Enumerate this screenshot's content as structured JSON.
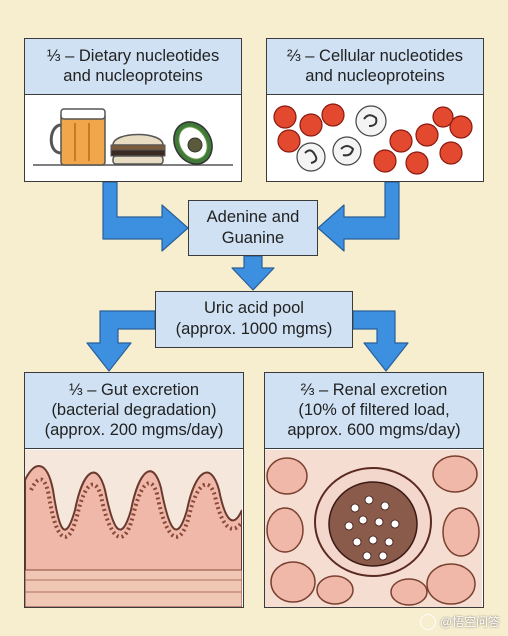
{
  "colors": {
    "background": "#f7eecf",
    "box_fill": "#cfe1f3",
    "arrow_fill": "#3d8fe0",
    "border": "#3b3b3b",
    "cell_red": "#e2492f",
    "tissue_pink": "#efb8a8"
  },
  "dietary": {
    "lines": [
      "⅓ – Dietary nucleotides",
      "and nucleoproteins"
    ],
    "icons": [
      "beer-mug-icon",
      "hamburger-icon",
      "avocado-icon"
    ]
  },
  "cellular": {
    "lines": [
      "⅔ – Cellular nucleotides",
      "and nucleoproteins"
    ],
    "icons": [
      "red-blood-cell-icon",
      "white-blood-cell-icon"
    ]
  },
  "adenine_guanine": {
    "lines": [
      "Adenine and",
      "Guanine"
    ]
  },
  "uric_acid_pool": {
    "lines": [
      "Uric acid pool",
      "(approx. 1000 mgms)"
    ]
  },
  "gut": {
    "lines": [
      "⅓ – Gut excretion",
      "(bacterial degradation)",
      "(approx. 200 mgms/day)"
    ],
    "icons": [
      "intestinal-villi-icon"
    ]
  },
  "renal": {
    "lines": [
      "⅔ – Renal excretion",
      "(10% of filtered load,",
      "approx. 600 mgms/day)"
    ],
    "icons": [
      "kidney-glomerulus-icon"
    ]
  },
  "watermark": {
    "text": "@悟空问答"
  }
}
